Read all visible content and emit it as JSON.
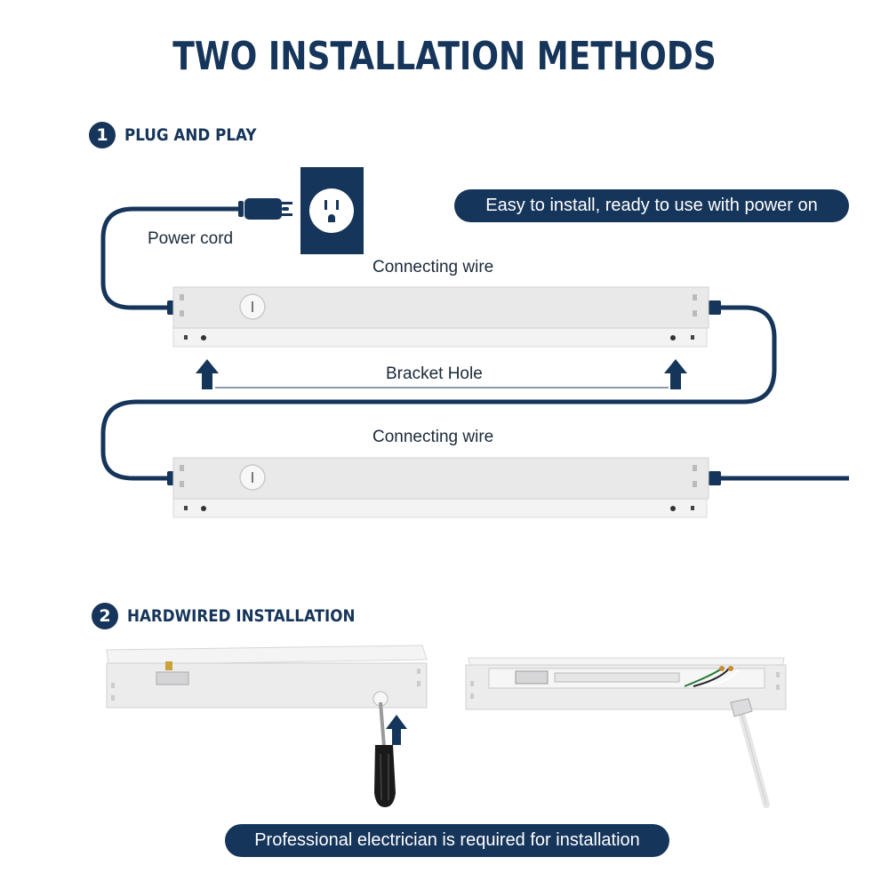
{
  "title": "TWO INSTALLATION METHODS",
  "section1": {
    "number": "1",
    "label": "PLUG AND PLAY"
  },
  "section2": {
    "number": "2",
    "label": "HARDWIRED INSTALLATION"
  },
  "labels": {
    "power_cord": "Power cord",
    "connecting_wire_1": "Connecting wire",
    "bracket_hole": "Bracket Hole",
    "connecting_wire_2": "Connecting wire"
  },
  "callouts": {
    "easy_install": "Easy to install, ready to use with power on",
    "electrician": "Professional electrician is required for installation"
  },
  "colors": {
    "navy": "#16355a",
    "fixture": "#e9e9ea",
    "fixture_edge": "#cfd1d4"
  },
  "icons": [
    "power-outlet-icon",
    "plug-icon",
    "arrow-up-icon",
    "screwdriver-icon"
  ]
}
